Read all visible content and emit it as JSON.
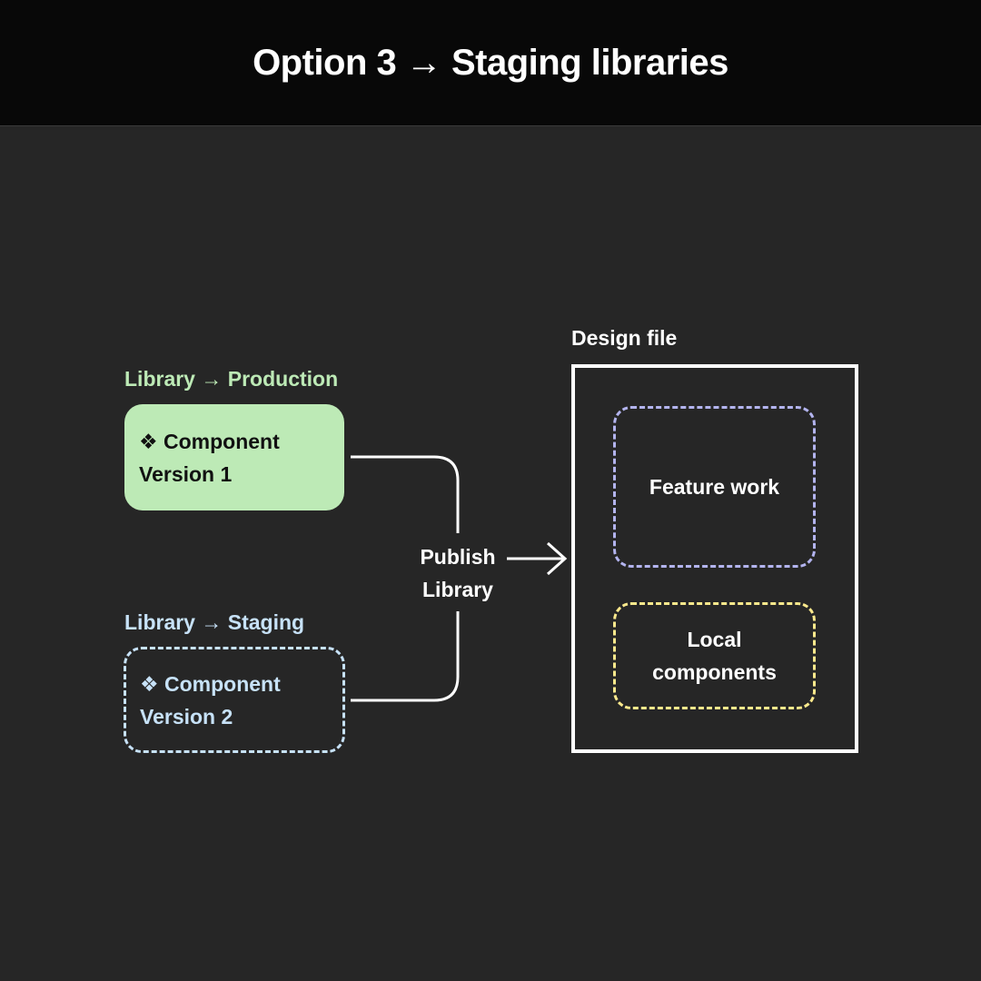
{
  "header": {
    "title": "Option 3 → Staging libraries"
  },
  "production": {
    "label": "Library → Production",
    "line1": "❖ Component",
    "line2": "Version 1",
    "color": "#bdeab6"
  },
  "staging": {
    "label": "Library → Staging",
    "line1": "❖ Component",
    "line2": "Version 2",
    "color": "#c7e2f8"
  },
  "publish": {
    "line1": "Publish",
    "line2": "Library"
  },
  "design_file": {
    "label": "Design file",
    "feature_work": "Feature work",
    "local_line1": "Local",
    "local_line2": "components",
    "feature_color": "#b3b4ef",
    "local_color": "#fbe98c"
  }
}
